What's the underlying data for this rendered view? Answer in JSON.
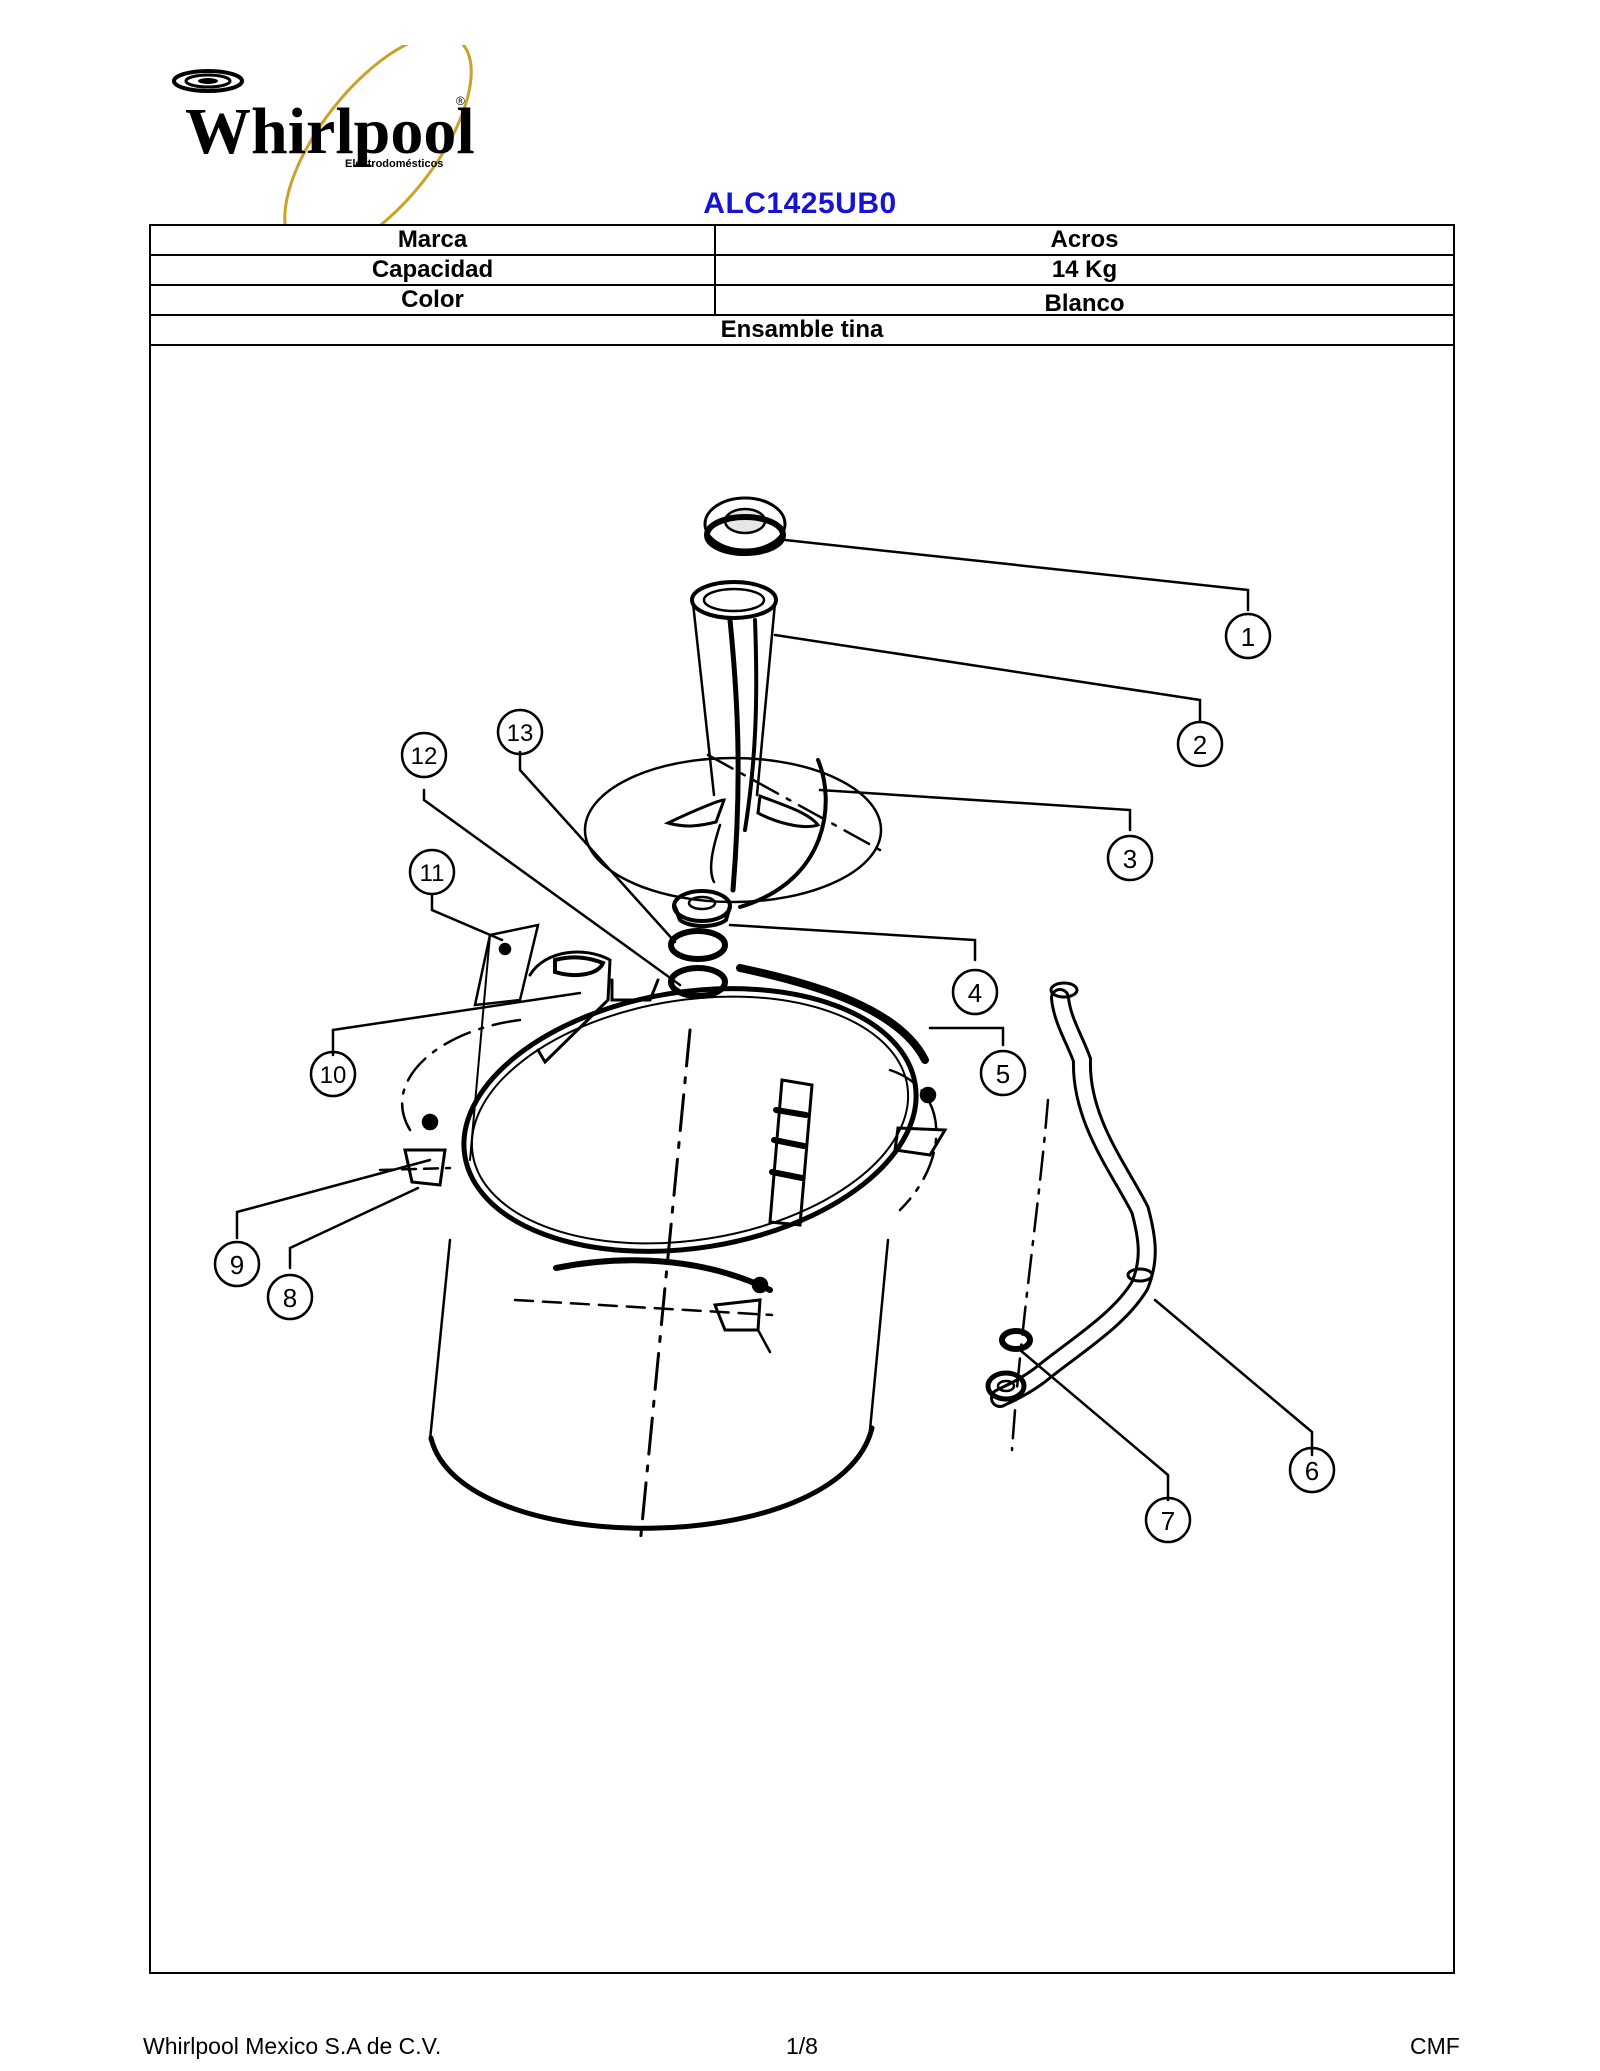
{
  "logo": {
    "brand": "Whirlpool",
    "registered": "®",
    "tagline": "Electrodomésticos"
  },
  "model_number": "ALC1425UB0",
  "specs": [
    {
      "label": "Marca",
      "value": "Acros"
    },
    {
      "label": "Capacidad",
      "value": "14 Kg"
    },
    {
      "label": "Color",
      "value": "Blanco"
    }
  ],
  "section_title": "Ensamble tina",
  "callouts": [
    "1",
    "2",
    "3",
    "4",
    "5",
    "6",
    "7",
    "8",
    "9",
    "10",
    "11",
    "12",
    "13"
  ],
  "footer": {
    "company": "Whirlpool Mexico S.A de C.V.",
    "page": "1/8",
    "code": "CMF"
  }
}
